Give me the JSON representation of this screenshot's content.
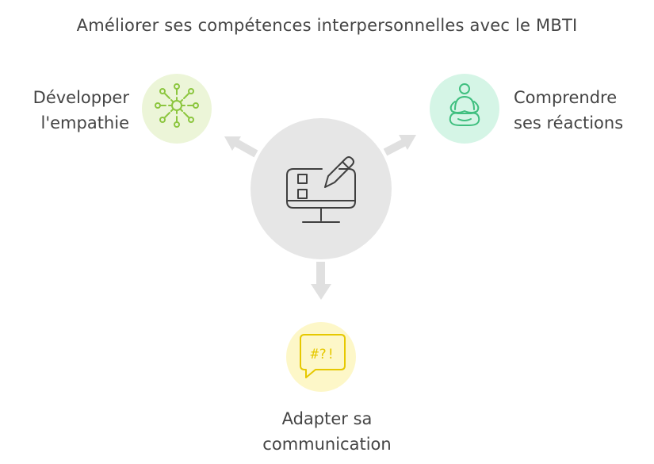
{
  "title": "Améliorer ses compétences interpersonnelles avec le MBTI",
  "center": {
    "icon": "computer-checklist-pen-icon",
    "fill_color": "#e6e6e6"
  },
  "nodes": [
    {
      "id": "left",
      "lines": [
        "Développer",
        "l'empathie"
      ],
      "icon": "network-gear-icon",
      "color": "#8cc63f",
      "bg_color": "#ecf5d8"
    },
    {
      "id": "right",
      "lines": [
        "Comprendre",
        "ses réactions"
      ],
      "icon": "meditation-icon",
      "color": "#3fbf7f",
      "bg_color": "#d5f5e6"
    },
    {
      "id": "bottom",
      "lines": [
        "Adapter sa",
        "communication"
      ],
      "icon": "speech-bubble-icon",
      "color": "#e6c800",
      "bg_color": "#fdf7c8"
    }
  ]
}
